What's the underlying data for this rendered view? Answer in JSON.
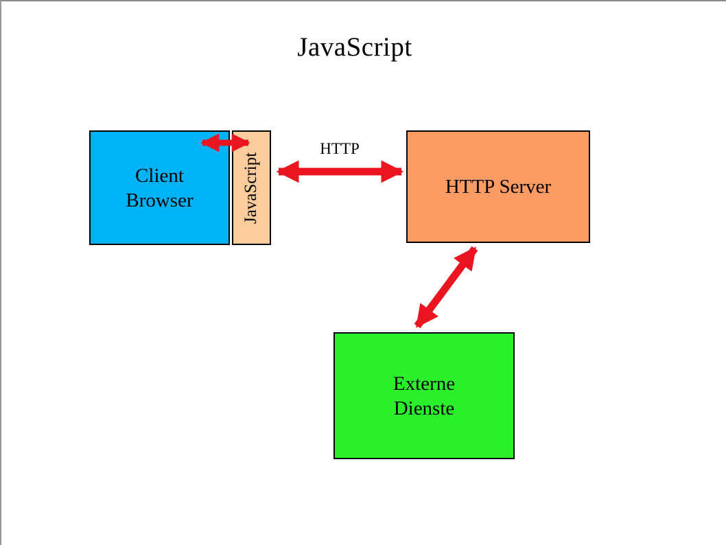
{
  "title": "JavaScript",
  "nodes": {
    "client_browser": {
      "label": "Client\nBrowser",
      "color": "#00B2F6"
    },
    "javascript_strip": {
      "label": "JavaScript",
      "color": "#FCCC9C"
    },
    "http_server": {
      "label": "HTTP Server",
      "color": "#FC9B64"
    },
    "externe_dienste": {
      "label": "Externe\nDienste",
      "color": "#2AEF2A"
    }
  },
  "edges": [
    {
      "from": "client_browser",
      "to": "javascript_strip",
      "label": "",
      "style": "bidirectional-arrow"
    },
    {
      "from": "javascript_strip",
      "to": "http_server",
      "label": "HTTP",
      "style": "bidirectional-arrow"
    },
    {
      "from": "http_server",
      "to": "externe_dienste",
      "label": "",
      "style": "bidirectional-arrow"
    }
  ],
  "colors": {
    "arrow": "#EA1520",
    "node_border": "#000000",
    "background": "#FFFFFF",
    "frame_edge": "#8A8A8A"
  }
}
